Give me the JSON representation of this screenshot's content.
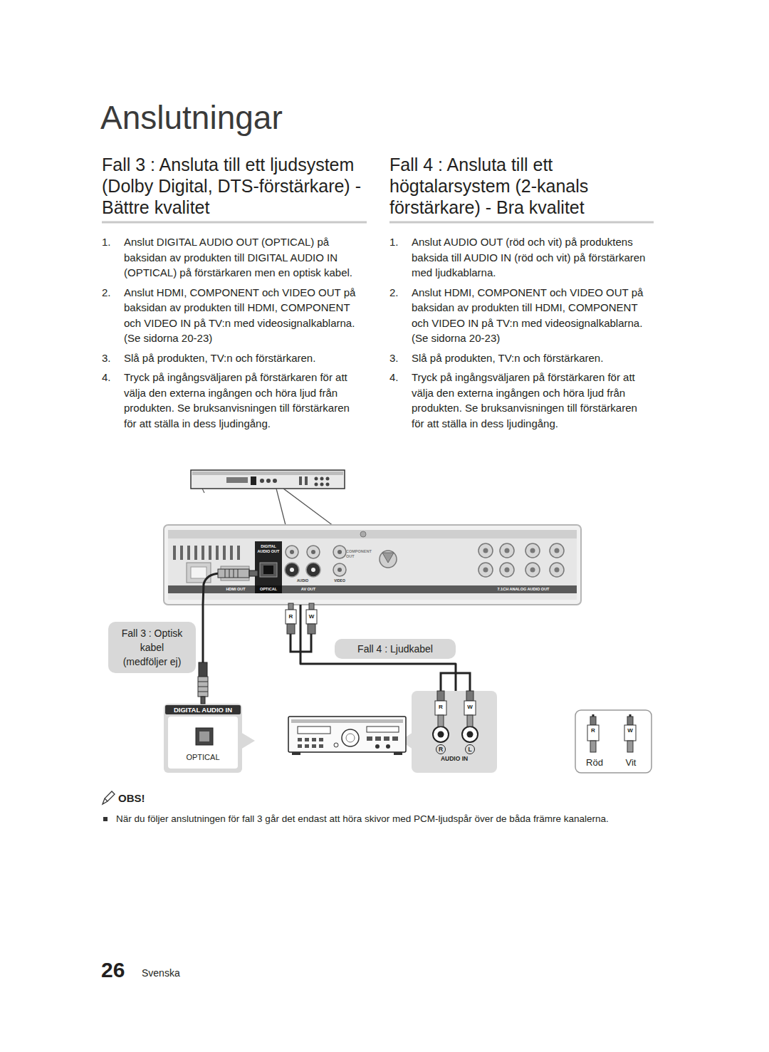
{
  "diagram": {
    "title": "Anslutningar",
    "nodes": [
      {
        "text": [
          "DIGITAL AUDIO OUT",
          "COMPONENT OUT",
          "HDMI OUT",
          "OPTICAL",
          "AUDIO",
          "AV OUT",
          "VIDEO",
          "7.1CH ANALOG AUDIO OUT"
        ]
      },
      {
        "text": [
          "Fall 3 : Optisk kabel (medföljer ej)"
        ]
      },
      {
        "text": [
          "Fall 4 : Ljudkabel"
        ]
      },
      {
        "text": [
          "DIGITAL AUDIO IN",
          "OPTICAL"
        ]
      },
      {
        "text": [
          "R",
          "W",
          "R",
          "L",
          "AUDIO IN"
        ]
      },
      {
        "text": [
          "R",
          "W",
          "Röd",
          "Vit"
        ]
      }
    ],
    "edges": [
      {
        "from": 0,
        "to": 3,
        "arrow": "none"
      },
      {
        "from": 0,
        "to": 4,
        "arrow": "none"
      }
    ],
    "labels": [
      "Fall 3 : Ansluta till ett ljudsystem (Dolby Digital, DTS-förstärkare) - Bättre kvalitet",
      "1.",
      "Anslut DIGITAL AUDIO OUT (OPTICAL) på baksidan av produkten till DIGITAL AUDIO IN (OPTICAL) på förstärkaren men en optisk kabel.",
      "2.",
      "Anslut HDMI, COMPONENT och VIDEO OUT på baksidan av produkten till HDMI, COMPONENT och VIDEO IN på TV:n med videosignalkablarna. (Se sidorna 20-23)",
      "3.",
      "Slå på produkten, TV:n och förstärkaren.",
      "4.",
      "Tryck på ingångsväljaren på förstärkaren för att välja den externa ingången och höra ljud från produkten. Se bruksanvisningen till förstärkaren för att ställa in dess ljudingång.",
      "Fall 4 : Ansluta till ett högtalarsystem (2-kanals förstärkare) - Bra kvalitet",
      "1.",
      "Anslut AUDIO OUT (röd och vit) på produktens baksida till AUDIO IN (röd och vit) på förstärkaren med ljudkablarna.",
      "2.",
      "Anslut HDMI, COMPONENT och VIDEO OUT på baksidan av produkten till HDMI, COMPONENT och VIDEO IN på TV:n med videosignalkablarna. (Se sidorna 20-23)",
      "3.",
      "Slå på produkten, TV:n och förstärkaren.",
      "4.",
      "Tryck på ingångsväljaren på förstärkaren för att välja den externa ingången och höra ljud från produkten. Se bruksanvisningen till förstärkaren för att ställa in dess ljudingång.",
      "R",
      "W",
      "OBS!",
      "När du följer anslutningen för fall 3 går det endast att höra skivor med PCM-ljudspår över de båda främre kanalerna.",
      "26",
      "Svenska"
    ]
  }
}
